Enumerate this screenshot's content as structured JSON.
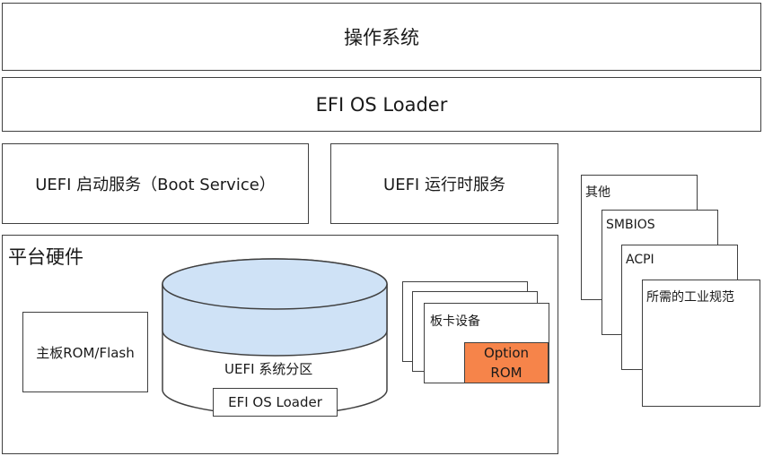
{
  "layers": {
    "os": "操作系统",
    "efi_os_loader": "EFI OS Loader",
    "boot_service": "UEFI 启动服务（Boot Service）",
    "runtime_service": "UEFI 运行时服务"
  },
  "platform": {
    "title": "平台硬件",
    "board_rom": "主板ROM/Flash",
    "partition_label": "UEFI 系统分区",
    "partition_loader": "EFI OS Loader",
    "card_device": "板卡设备",
    "option_rom_line1": "Option",
    "option_rom_line2": "ROM"
  },
  "tables": {
    "other": "其他",
    "smbios": "SMBIOS",
    "acpi": "ACPI",
    "industry_spec": "所需的工业规范"
  },
  "colors": {
    "cylinder_top": "#cfe2f6",
    "option_rom": "#f6844a",
    "border": "#404040"
  }
}
